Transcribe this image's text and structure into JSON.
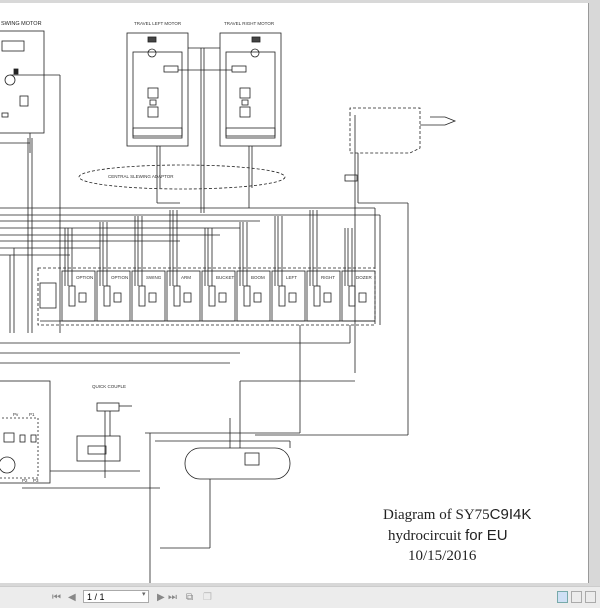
{
  "document": {
    "title_line1_a": "Diagram of SY75",
    "title_line1_b": "C9I4K",
    "title_line2_a": "hydrocircuit ",
    "title_line2_b": "for EU",
    "date": "10/15/2016",
    "labels": {
      "swing_motor": "SWING MOTOR",
      "travel_left": "TRAVEL LEFT MOTOR",
      "travel_right": "TRAVEL RIGHT MOTOR",
      "central_adaptor": "CENTRAL SLEWING ADAPTOR",
      "quick_couple": "QUICK COUPLE",
      "valve_sections": [
        "OPTION",
        "OPTION",
        "SWING",
        "ARM",
        "BUCKET",
        "BOOM",
        "LEFT",
        "RIGHT",
        "DOZER"
      ],
      "pump_ports": [
        "Pv",
        "P1",
        "P2",
        "P3"
      ]
    }
  },
  "toolbar": {
    "first_page": "⏮",
    "prev_page": "◀",
    "page_value": "1 / 1",
    "next_page": "▶",
    "last_page": "⏭",
    "icons": [
      "first-page-icon",
      "prev-page-icon",
      "next-page-icon",
      "last-page-icon",
      "copy-icon",
      "paste-icon",
      "single-page-view-icon",
      "continuous-view-icon",
      "two-page-view-icon"
    ]
  }
}
